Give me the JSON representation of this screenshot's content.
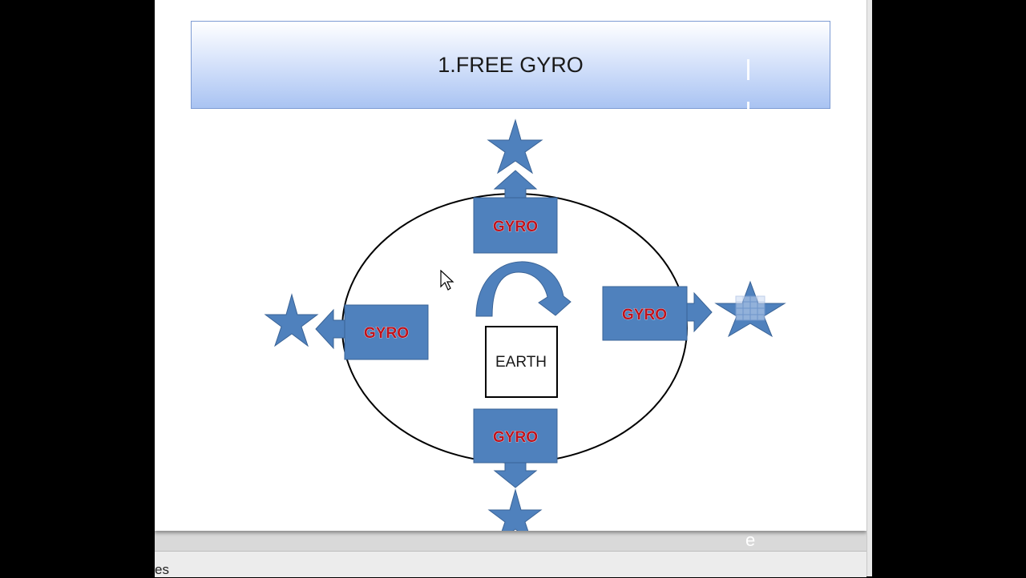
{
  "slide": {
    "title": "1.FREE GYRO"
  },
  "diagram": {
    "gyros": [
      {
        "id": "top",
        "label": "GYRO"
      },
      {
        "id": "left",
        "label": "GYRO"
      },
      {
        "id": "right",
        "label": "GYRO"
      },
      {
        "id": "bottom",
        "label": "GYRO"
      }
    ],
    "center_label": "EARTH"
  },
  "status_bar": {
    "text": "es"
  },
  "corner_letter": "e",
  "colors": {
    "shape_fill": "#4f81bd",
    "shape_stroke": "#3a6396",
    "gyro_text": "#c0121b",
    "title_gradient_bottom": "#a9c3f2",
    "orbit": "#000000"
  },
  "icons": [
    "star-icon",
    "arrow-icon",
    "curved-arrow-icon",
    "mouse-pointer-icon"
  ]
}
